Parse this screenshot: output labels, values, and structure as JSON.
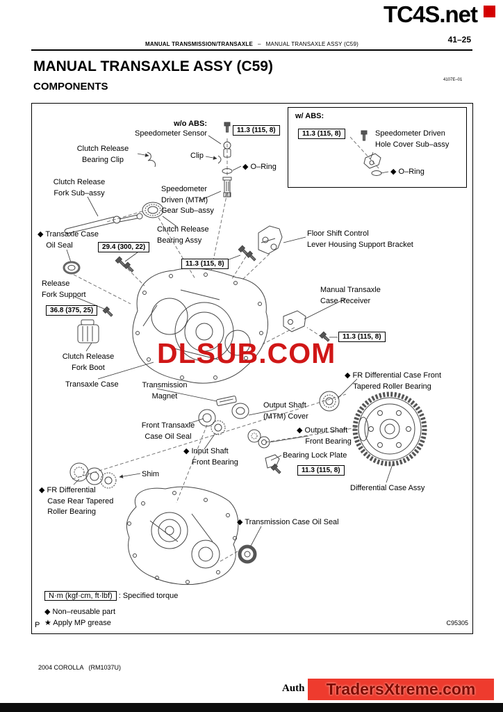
{
  "page": {
    "logo_text": "TC4S.net",
    "page_number": "41–25",
    "running_header": {
      "section": "MANUAL TRANSMISSION/TRANSAXLE",
      "separator": "–",
      "subsection": "MANUAL TRANSAXLE ASSY (C59)"
    },
    "title": "MANUAL TRANSAXLE ASSY (C59)",
    "subtitle": "COMPONENTS",
    "doc_code": "4107E–01",
    "figure_code": "C95305",
    "corner_mark": "P",
    "footer_left": "2004 COROLLA   (RM1037U)",
    "footer_partial_text": "Auth",
    "watermark_center": "DLSUB.COM",
    "watermark_bottom": "TradersXtreme.com"
  },
  "abs_box": {
    "title": "w/ ABS:",
    "torque": "11.3 (115, 8)",
    "cover_label": "Speedometer Driven\nHole Cover Sub–assy",
    "oring_label": "◆ O–Ring"
  },
  "labels": {
    "wo_abs_title": "w/o ABS:",
    "speedometer_sensor": "Speedometer Sensor",
    "clip": "Clip",
    "oring": "◆ O–Ring",
    "clutch_release_bearing_clip": "Clutch Release\nBearing Clip",
    "clutch_release_fork": "Clutch Release\nFork Sub–assy",
    "speedometer_driven_gear": "Speedometer\nDriven (MTM)\nGear Sub–assy",
    "clutch_release_bearing_assy": "Clutch Release\nBearing Assy",
    "transaxle_case_oil_seal": "◆ Transaxle Case\n    Oil Seal",
    "floor_shift_bracket": "Floor Shift Control\nLever Housing Support Bracket",
    "release_fork_support": "Release\nFork Support",
    "manual_transaxle_case_receiver": "Manual Transaxle\nCase Receiver",
    "clutch_release_fork_boot": "Clutch Release\nFork Boot",
    "transaxle_case": "Transaxle Case",
    "transmission_magnet": "Transmission\nMagnet",
    "fr_diff_front_bearing": "◆ FR Differential Case Front\n    Tapered Roller Bearing",
    "output_shaft_cover": "Output Shaft\n(MTM) Cover",
    "front_transaxle_case_oil_seal": "Front Transaxle\nCase Oil Seal",
    "output_shaft_front_bearing": "◆ Output Shaft\n    Front Bearing",
    "input_shaft_front_bearing": "◆ Input Shaft\n    Front Bearing",
    "bearing_lock_plate": "Bearing Lock Plate",
    "shim": "Shim",
    "fr_diff_rear_bearing": "◆ FR Differential\n    Case Rear Tapered\n    Roller Bearing",
    "differential_case_assy": "Differential Case Assy",
    "transmission_case_oil_seal": "◆ Transmission Case Oil Seal"
  },
  "torques": {
    "speedo_bolt": "11.3 (115, 8)",
    "case_bolt_a": "29.4 (300, 22)",
    "case_bolt_b": "11.3 (115, 8)",
    "fork_support": "36.8 (375, 25)",
    "receiver_bolt": "11.3 (115, 8)",
    "lock_plate_bolt": "11.3 (115, 8)"
  },
  "legend": {
    "torque_symbol": "N·m (kgf·cm, ft·lbf)",
    "torque_meaning": ": Specified torque",
    "non_reusable": "◆ Non–reusable part",
    "grease": "★ Apply MP grease"
  }
}
